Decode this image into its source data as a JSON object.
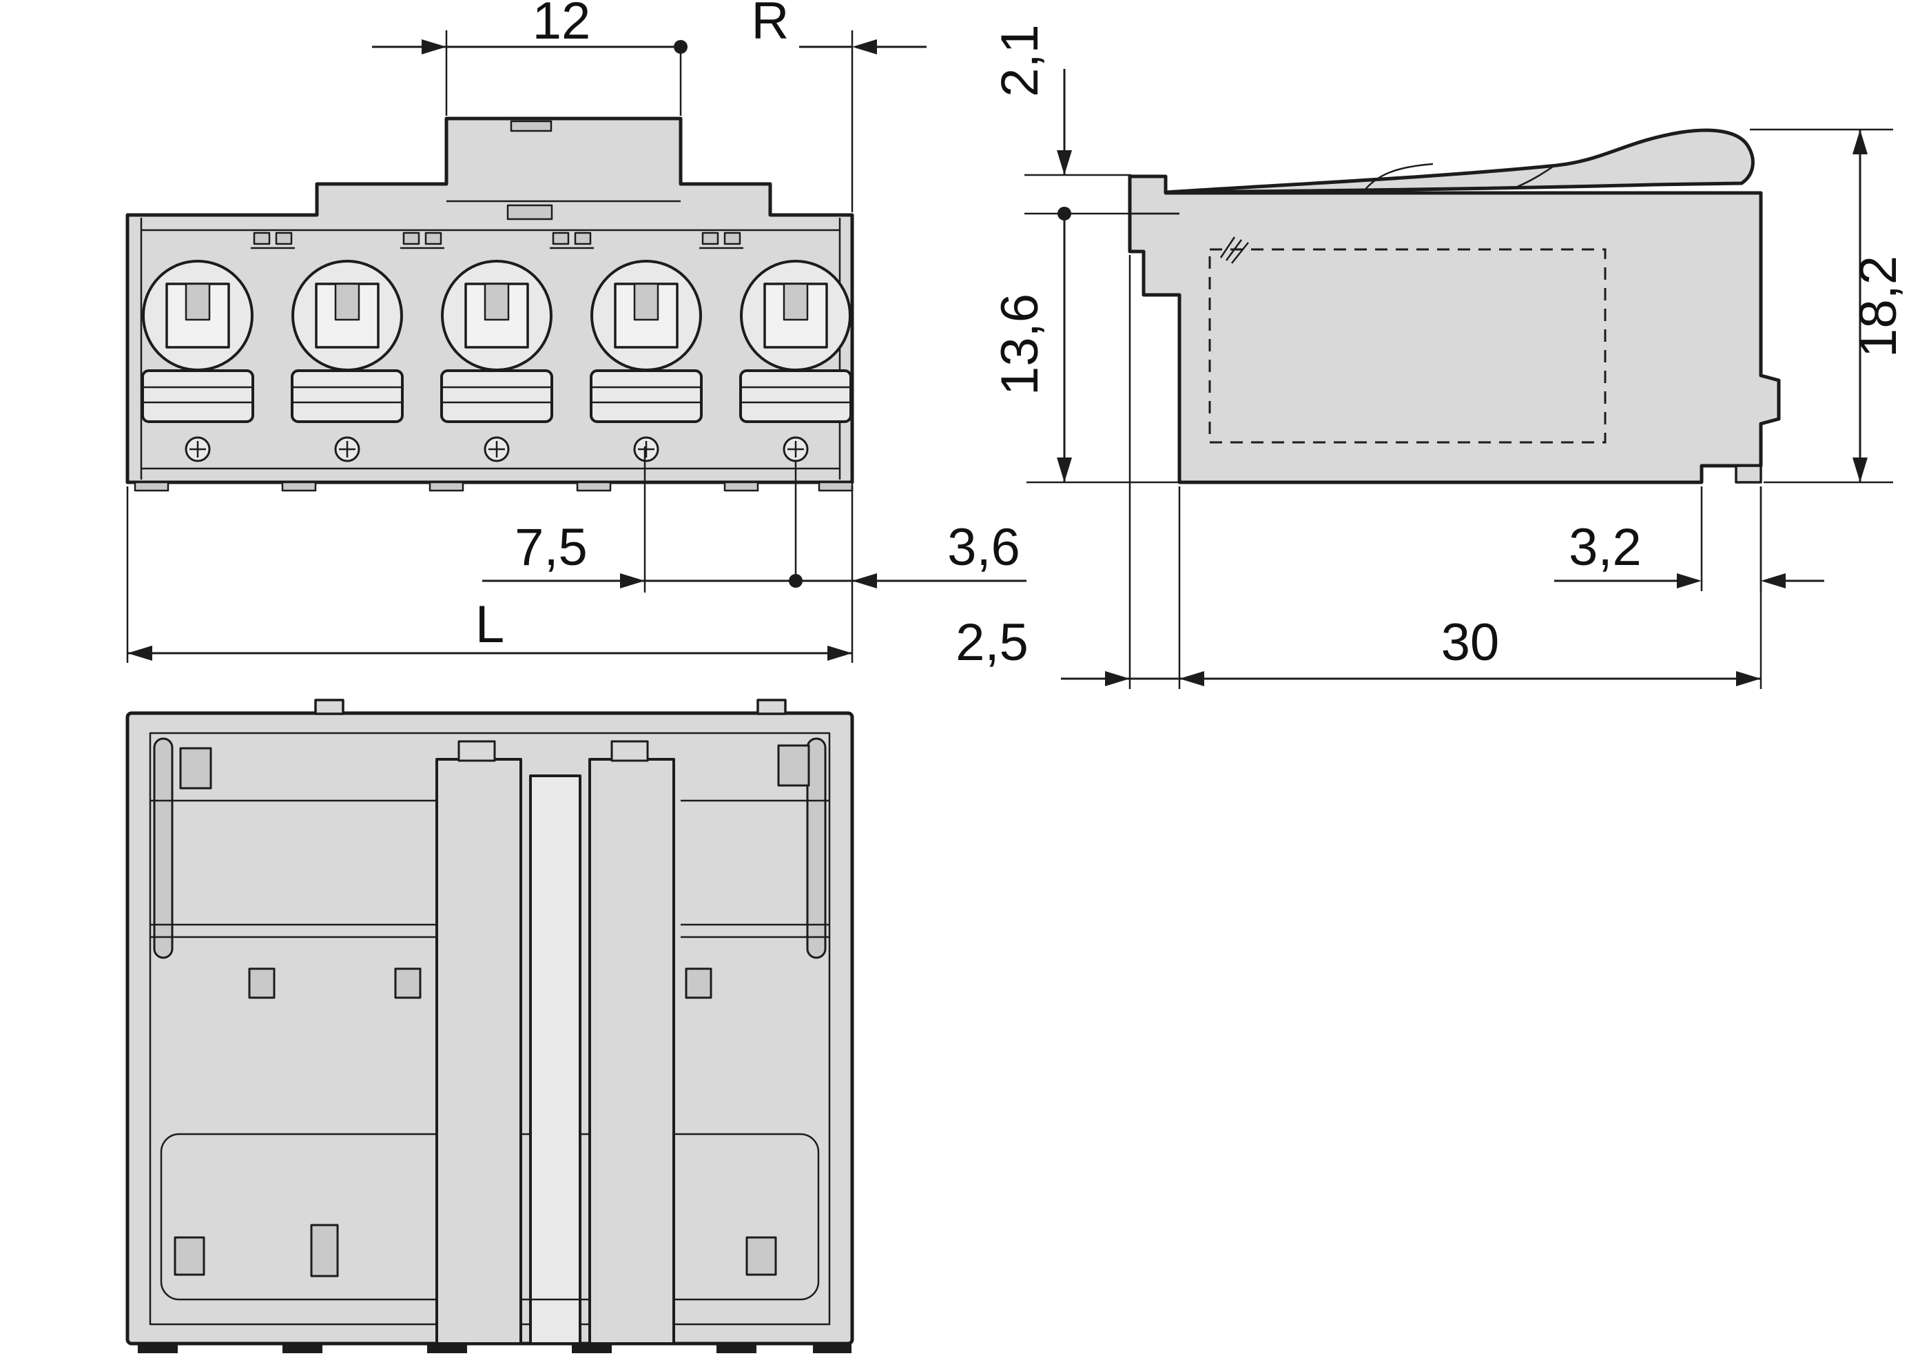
{
  "drawing": {
    "dimension_labels": {
      "tab_width": "12",
      "reference": "R",
      "pole_pitch": "7,5",
      "edge_to_pole": "3,6",
      "rear_offset": "2,5",
      "overall_length": "L",
      "top_offset": "2,1",
      "body_height": "13,6",
      "overall_height": "18,2",
      "latch_depth": "3,2",
      "overall_depth": "30"
    },
    "colors": {
      "line": "#1c1c1c",
      "body_fill": "#d9d9d9",
      "background": "#ffffff"
    }
  }
}
